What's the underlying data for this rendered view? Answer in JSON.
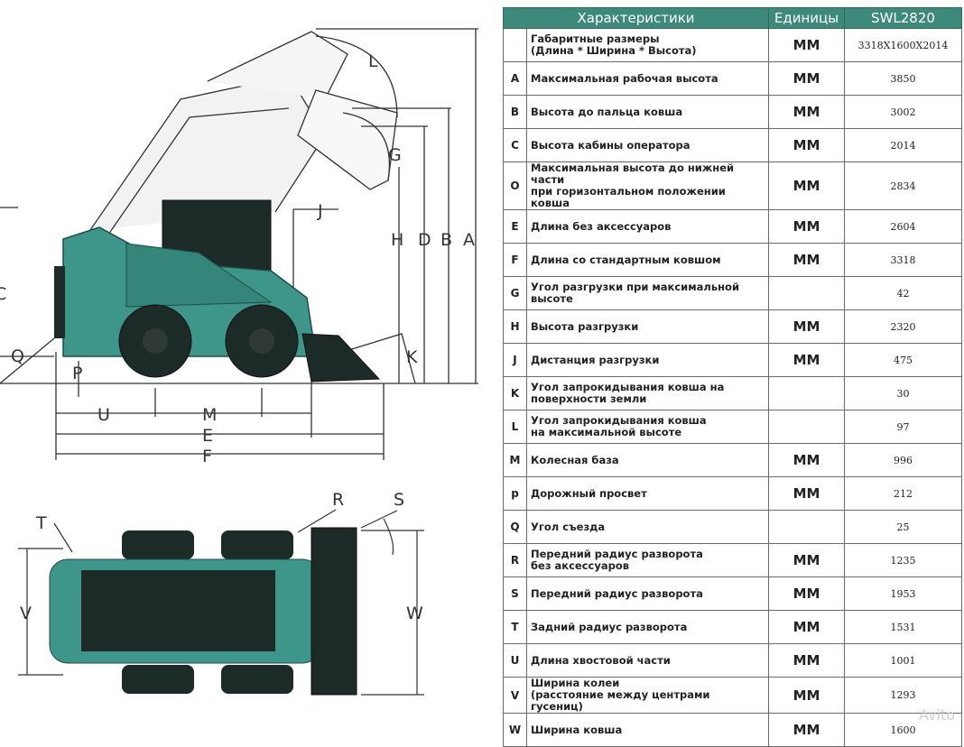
{
  "table": {
    "headers": {
      "name": "Характеристики",
      "unit": "Единицы",
      "model": "SWL2820"
    },
    "rows": [
      {
        "code": "",
        "name": "Габаритные размеры\n(Длина * Ширина * Высота)",
        "unit": "ММ",
        "value": "3318X1600X2014"
      },
      {
        "code": "A",
        "name": "Максимальная рабочая высота",
        "unit": "ММ",
        "value": "3850"
      },
      {
        "code": "B",
        "name": "Высота до пальца ковша",
        "unit": "ММ",
        "value": "3002"
      },
      {
        "code": "C",
        "name": "Высота кабины оператора",
        "unit": "ММ",
        "value": "2014"
      },
      {
        "code": "O",
        "name": "Максимальная высота до нижней части\nпри горизонтальном положении ковша",
        "unit": "ММ",
        "value": "2834"
      },
      {
        "code": "E",
        "name": "Длина без аксессуаров",
        "unit": "ММ",
        "value": "2604"
      },
      {
        "code": "F",
        "name": "Длина со стандартным ковшом",
        "unit": "ММ",
        "value": "3318"
      },
      {
        "code": "G",
        "name": "Угол разгрузки при максимальной высоте",
        "unit": "",
        "value": "42"
      },
      {
        "code": "H",
        "name": "Высота разгрузки",
        "unit": "ММ",
        "value": "2320"
      },
      {
        "code": "J",
        "name": "Дистанция разгрузки",
        "unit": "ММ",
        "value": "475"
      },
      {
        "code": "K",
        "name": "Угол запрокидывания ковша на\nповерхности  земли",
        "unit": "",
        "value": "30"
      },
      {
        "code": "L",
        "name": "Угол запрокидывания ковша\nна максимальной высоте",
        "unit": "",
        "value": "97"
      },
      {
        "code": "M",
        "name": "Колесная база",
        "unit": "ММ",
        "value": "996"
      },
      {
        "code": "p",
        "name": "Дорожный просвет",
        "unit": "ММ",
        "value": "212"
      },
      {
        "code": "Q",
        "name": "Угол съезда",
        "unit": "",
        "value": "25"
      },
      {
        "code": "R",
        "name": "Передний радиус разворота\nбез аксессуаров",
        "unit": "ММ",
        "value": "1235"
      },
      {
        "code": "S",
        "name": "Передний радиус разворота",
        "unit": "ММ",
        "value": "1953"
      },
      {
        "code": "T",
        "name": "Задний радиус разворота",
        "unit": "ММ",
        "value": "1531"
      },
      {
        "code": "U",
        "name": "Длина хвостовой части",
        "unit": "ММ",
        "value": "1001"
      },
      {
        "code": "V",
        "name": "Ширина колеи\n(расстояние между центрами гусениц)",
        "unit": "ММ",
        "value": "1293"
      },
      {
        "code": "W",
        "name": "Ширина ковша",
        "unit": "ММ",
        "value": "1600"
      }
    ]
  },
  "diagram": {
    "side_labels": {
      "A": "A",
      "B": "B",
      "D": "D",
      "H": "H",
      "G": "G",
      "L": "L",
      "J": "J",
      "K": "K",
      "Q": "Q",
      "P": "P",
      "U": "U",
      "M": "M",
      "E": "E",
      "F": "F",
      "C": "C"
    },
    "top_labels": {
      "R": "R",
      "S": "S",
      "T": "T",
      "V": "V",
      "W": "W"
    },
    "colors": {
      "body": "#3e958a",
      "dark": "#1c2a28",
      "line": "#333333",
      "header": "#3d8a7a"
    }
  },
  "watermark": "Avito"
}
